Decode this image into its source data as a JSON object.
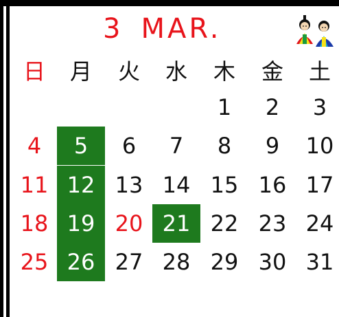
{
  "calendar": {
    "month_number": "3",
    "month_name": "MAR.",
    "weekdays": [
      "日",
      "月",
      "火",
      "水",
      "木",
      "金",
      "土"
    ],
    "weeks": [
      [
        "",
        "",
        "",
        "",
        "1",
        "2",
        "3"
      ],
      [
        "4",
        "5",
        "6",
        "7",
        "8",
        "9",
        "10"
      ],
      [
        "11",
        "12",
        "13",
        "14",
        "15",
        "16",
        "17"
      ],
      [
        "18",
        "19",
        "20",
        "21",
        "22",
        "23",
        "24"
      ],
      [
        "25",
        "26",
        "27",
        "28",
        "29",
        "30",
        "31"
      ]
    ],
    "red_days": [
      "4",
      "11",
      "18",
      "20",
      "25"
    ],
    "highlighted_days": [
      "5",
      "12",
      "19",
      "21",
      "26"
    ],
    "decoration": "hina-dolls-icon"
  },
  "colors": {
    "red": "#e8141b",
    "black": "#111111",
    "highlight_bg": "#1e7a1e",
    "highlight_text": "#ffffff"
  }
}
